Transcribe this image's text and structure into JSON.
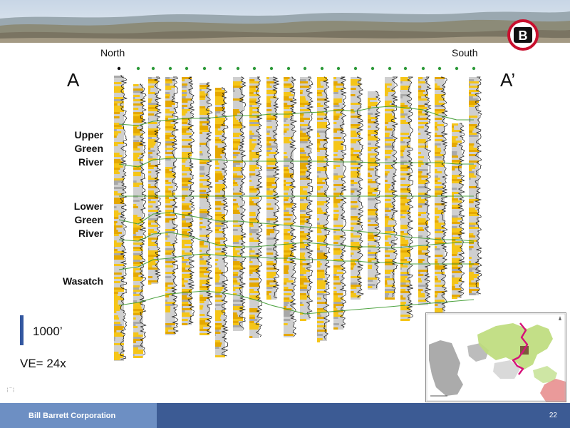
{
  "header": {
    "north_label": "North",
    "south_label": "South",
    "start_label": "A",
    "end_label": "A’",
    "logo_letter": "B"
  },
  "formations": [
    {
      "line1": "Upper",
      "line2": "Green",
      "line3": "River"
    },
    {
      "line1": "Lower",
      "line2": "Green",
      "line3": "River"
    },
    {
      "line1": "Wasatch",
      "line2": "",
      "line3": ""
    }
  ],
  "scale": {
    "label": "1000’",
    "ve_label": "VE= 24x"
  },
  "footer": {
    "company": "Bill Barrett Corporation",
    "page": "22"
  },
  "colors": {
    "footer_dark": "#3c5b94",
    "footer_light": "#6d8fc3",
    "log_fill": "#f5c518",
    "correlation_line": "#3c9a2e",
    "logo_red": "#c8102e",
    "scale_bar": "#3357a0"
  },
  "icons": {
    "well_dry": "dry-hole-icon",
    "well_gas": "gas-well-icon",
    "logo": "bbc-logo-icon"
  }
}
